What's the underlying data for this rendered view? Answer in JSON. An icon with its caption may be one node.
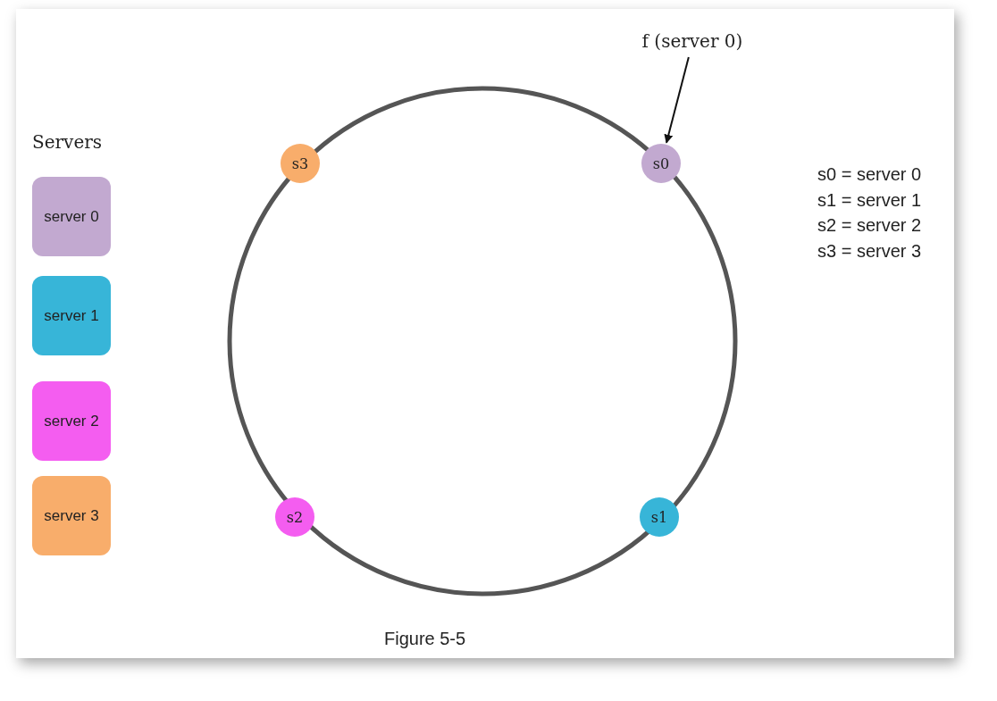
{
  "diagram": {
    "caption": "Figure 5-5",
    "nodes": [
      {
        "text": [
          "server 0"
        ]
      },
      {
        "text": [
          "server 1"
        ]
      },
      {
        "text": [
          "server 2"
        ]
      },
      {
        "text": [
          "server 3"
        ]
      },
      {
        "text": [
          "f (server 0)"
        ]
      },
      {
        "text": [
          "s3"
        ]
      },
      {
        "text": [
          "s0"
        ]
      },
      {
        "text": [
          "s2"
        ]
      },
      {
        "text": [
          "s1"
        ]
      }
    ],
    "edges": [
      {
        "from": 4,
        "to": 6,
        "arrow": "to"
      }
    ],
    "labels": [
      "Servers",
      "s0 = server 0",
      "s1 = server 1",
      "s2 = server 2",
      "s3 = server 3"
    ]
  }
}
